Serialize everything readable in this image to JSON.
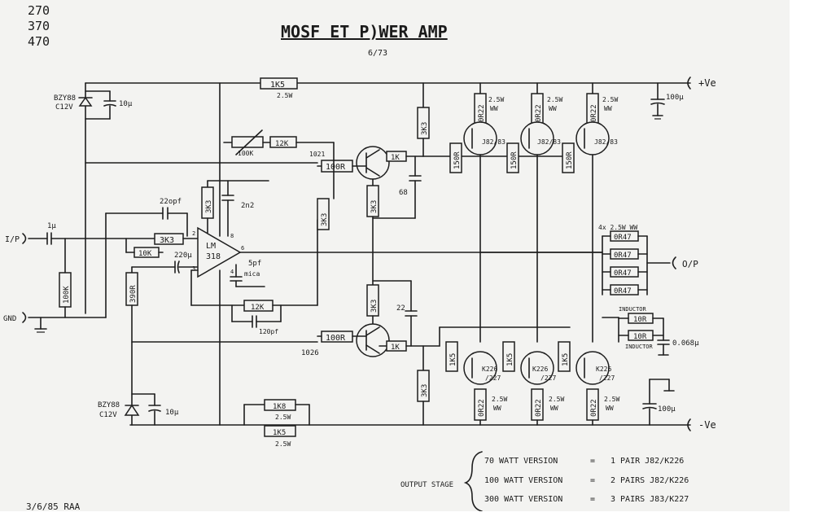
{
  "title": "MOSF ET P)WER AMP",
  "subtitle": "6/73",
  "corner_notes": [
    "270",
    "370",
    "470"
  ],
  "date_note": "3/6/85 RAA",
  "terminals": {
    "vpos": "+Ve",
    "vneg": "-Ve",
    "input": "I/P",
    "gnd": "GND",
    "output": "O/P"
  },
  "components": {
    "r_top": "1K5",
    "r_top_rating": "2.5W",
    "zener_top": "BZY88",
    "zener_top_v": "C12V",
    "cap_top": "10μ",
    "r_fb_var": "100K",
    "r_fb": "12K",
    "cap_comp": "22opf",
    "cap_2n2": "2n2",
    "r_in": "3K3",
    "r_10k": "10K",
    "cap_220": "220μ",
    "opamp": "LM",
    "opamp_num": "318",
    "cap_5pf": "5pf",
    "cap_5pf_type": "mica",
    "r_opamp_top": "3K3",
    "r_100k_gnd": "100K",
    "cap_in": "1μ",
    "r_390": "390R",
    "r_12k_b": "12K",
    "cap_120pf": "120pf",
    "zener_bot": "BZY88",
    "zener_bot_v": "C12V",
    "cap_bot": "10μ",
    "r_1k8": "1K8",
    "r_1k8_rating": "2.5W",
    "r_1k5_b": "1K5",
    "r_1k5_b_rating": "2.5W",
    "q_top": "1021",
    "r_100r_top": "100R",
    "r_pot": "3K3",
    "r_base_top": "1K",
    "r_3k3_mid": "3K3",
    "cap_68": "68",
    "r_3k3_mid2": "3K3",
    "cap_22": "22",
    "r_100r_bot": "100R",
    "q_bot_note": "1026",
    "r_base_bot": "1K",
    "r_3k3_top": "3K3",
    "gate_r": "150R",
    "mosfet_top": "J82/83",
    "src_r": "0R22",
    "src_rating": "2.5W",
    "src_type": "WW",
    "out_r_head": "4x 2.5W WW",
    "out_r": "0R47",
    "r_3k3_bot": "3K3",
    "gate_r_bot": "1K5",
    "mosfet_bot": "K226",
    "mosfet_bot_sub": "/227",
    "zobel_r": "10R",
    "zobel_word": "INDUCTOR",
    "zobel_cap": "0.068μ",
    "cap_out": "100μ"
  },
  "output_stage": {
    "label": "OUTPUT STAGE",
    "lines": [
      {
        "watt": "70 WATT VERSION",
        "eq": "=",
        "pairs": "1 PAIR J82/K226"
      },
      {
        "watt": "100 WATT VERSION",
        "eq": "=",
        "pairs": "2 PAIRS J82/K226"
      },
      {
        "watt": "300 WATT VERSION",
        "eq": "=",
        "pairs": "3 PAIRS J83/K227"
      }
    ]
  }
}
